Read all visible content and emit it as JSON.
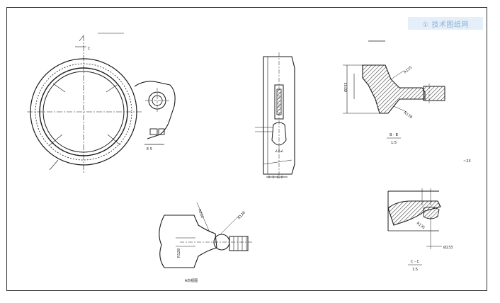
{
  "watermark": "① 技术图纸网",
  "labels": {
    "section_bb": "B - B",
    "section_bb_scale": "1:5",
    "section_cc": "C - C",
    "section_cc_scale": "1:5",
    "note_2x": "~2X",
    "bottom_view": "A向视图",
    "dim_233": "Ø233",
    "dim_a1": "∠A∠",
    "dim_r125": "R125",
    "dim_r178": "R178",
    "dim_r128": "R128",
    "dim_r200": "R200",
    "dim_r126": "R126",
    "dim_r135": "R135",
    "dim_d233": "Ø233",
    "dim_c": "C",
    "dim_e": "E 5"
  },
  "colors": {
    "line": "#1a1a1a",
    "hatch": "#444444",
    "watermark_bg": "#e4effa"
  }
}
